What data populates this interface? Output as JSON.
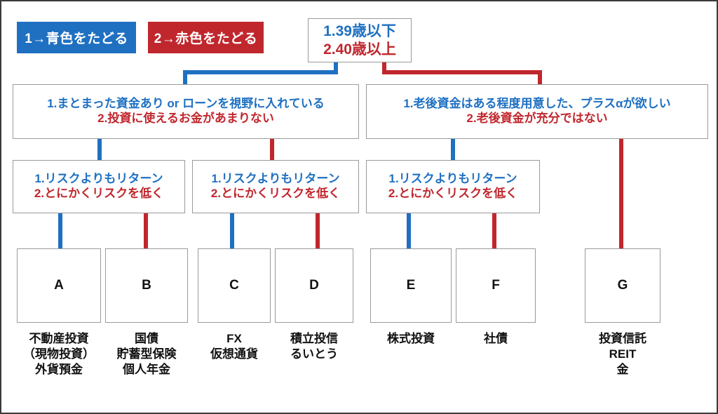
{
  "legend": [
    {
      "label": "1→青色をたどる",
      "color": "#1F70C1"
    },
    {
      "label": "2→赤色をたどる",
      "color": "#C0272D"
    }
  ],
  "colors": {
    "blue": "#1F70C1",
    "red": "#C0272D",
    "border": "#9a9a9a",
    "text": "#111111"
  },
  "root": {
    "line1": "1.39歳以下",
    "line2": "2.40歳以上"
  },
  "branches": [
    {
      "id": "branch-young",
      "line1": "1.まとまった資金あり or ローンを視野に入れている",
      "line2": "2.投資に使えるお金があまりない"
    },
    {
      "id": "branch-senior",
      "line1": "1.老後資金はある程度用意した、プラスαが欲しい",
      "line2": "2.老後資金が充分ではない"
    }
  ],
  "risk_nodes": [
    {
      "id": "risk-1",
      "line1": "1.リスクよりもリターン",
      "line2": "2.とにかくリスクを低く"
    },
    {
      "id": "risk-2",
      "line1": "1.リスクよりもリターン",
      "line2": "2.とにかくリスクを低く"
    },
    {
      "id": "risk-3",
      "line1": "1.リスクよりもリターン",
      "line2": "2.とにかくリスクを低く"
    }
  ],
  "leaves": [
    {
      "id": "A",
      "letter": "A",
      "caption": [
        "不動産投資",
        "（現物投資）",
        "外貨預金"
      ]
    },
    {
      "id": "B",
      "letter": "B",
      "caption": [
        "国債",
        "貯蓄型保険",
        "個人年金"
      ]
    },
    {
      "id": "C",
      "letter": "C",
      "caption": [
        "FX",
        "仮想通貨"
      ]
    },
    {
      "id": "D",
      "letter": "D",
      "caption": [
        "積立投信",
        "るいとう"
      ]
    },
    {
      "id": "E",
      "letter": "E",
      "caption": [
        "株式投資"
      ]
    },
    {
      "id": "F",
      "letter": "F",
      "caption": [
        "社債"
      ]
    },
    {
      "id": "G",
      "letter": "G",
      "caption": [
        "投資信託",
        "REIT",
        "金"
      ]
    }
  ]
}
